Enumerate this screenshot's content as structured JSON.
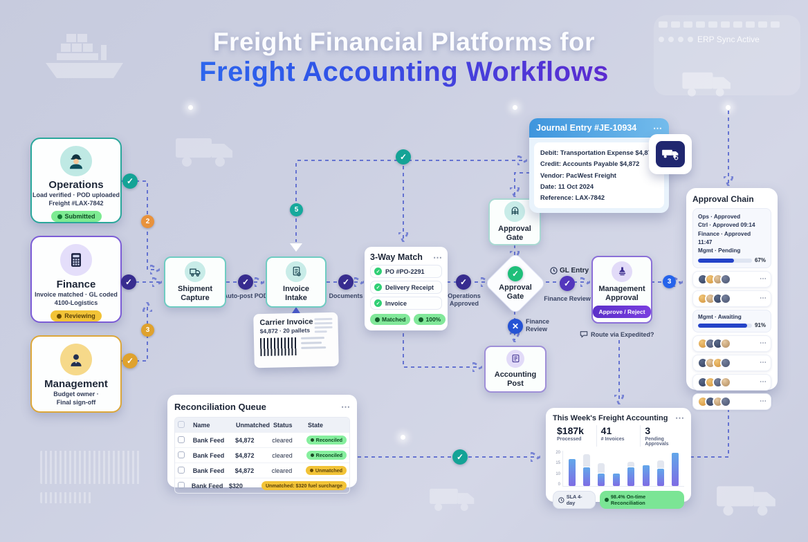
{
  "icons": {
    "check": "✓",
    "x": "✕",
    "menu": "⋯"
  },
  "title": {
    "line1": "Freight Financial Platforms for",
    "line2": "Freight Accounting Workflows"
  },
  "header": {
    "erp_sync": "ERP Sync Active"
  },
  "roles": {
    "operations": {
      "title": "Operations",
      "line1": "Load verified · POD uploaded",
      "line2": "Freight #LAX-7842",
      "badge": "Submitted"
    },
    "finance": {
      "title": "Finance",
      "line1": "Invoice matched · GL coded",
      "line2": "4100-Logistics",
      "badge": "Reviewing"
    },
    "management": {
      "title": "Management",
      "line1": "Budget owner ·",
      "line2": "Final sign-off"
    }
  },
  "flow": {
    "shipment_capture": "Shipment Capture",
    "invoice_intake": "Invoice Intake",
    "auto_post_pod": "Auto-post POD",
    "documents": "Documents",
    "operations_approved": "Operations Approved",
    "approval_gate": "Approval Gate",
    "approval_gate_top": "Approval Gate",
    "gl_entry": "GL Entry",
    "finance_review": "Finance Review",
    "finance_review_reject": "Finance Review",
    "management_approval": "Management Approval",
    "approve_reject": "Approve / Reject",
    "route_expedited": "Route via Expedited?",
    "accounting_post": "Accounting Post",
    "steps": {
      "s2": "2",
      "s3_left": "3",
      "s5": "5",
      "s3_right": "3"
    }
  },
  "three_way_match": {
    "title": "3-Way Match",
    "items": [
      "PO #PO-2291",
      "Delivery Receipt",
      "Invoice"
    ],
    "matched_badge": "Matched",
    "match_pct": "100%"
  },
  "journal_entry": {
    "title": "Journal Entry #JE-10934",
    "lines": [
      "Debit: Transportation Expense $4,872",
      "Credit: Accounts Payable $4,872",
      "Vendor: PacWest Freight",
      "Date: 11 Oct 2024",
      "Reference: LAX-7842"
    ]
  },
  "approval_chain": {
    "title": "Approval Chain",
    "status_lines": [
      "Ops · Approved",
      "Ctrl · Approved 09:14",
      "Finance · Approved 11:47",
      "Mgmt · Pending"
    ],
    "progress_label": "67%",
    "progress_value": 67,
    "await_label": "Mgmt · Awaiting",
    "await_progress_label": "91%",
    "await_progress_value": 91
  },
  "carrier_invoice": {
    "title": "Carrier Invoice",
    "subtitle": "$4,872 · 20 pallets"
  },
  "reconciliation": {
    "title": "Reconciliation Queue",
    "columns": [
      "Name",
      "Unmatched",
      "Status",
      "State"
    ],
    "rows": [
      {
        "name": "Bank Feed",
        "amount": "$4,872",
        "status": "cleared",
        "state": "Reconciled"
      },
      {
        "name": "Bank Feed",
        "amount": "$4,872",
        "status": "cleared",
        "state": "Reconciled"
      },
      {
        "name": "Bank Feed",
        "amount": "$4,872",
        "status": "cleared",
        "state": "Unmatched"
      },
      {
        "name": "Bank Feed",
        "amount": "$320",
        "status": "",
        "state": "Unmatched: $320 fuel surcharge"
      }
    ]
  },
  "weekly": {
    "title": "This Week's Freight Accounting",
    "stats": [
      {
        "value": "$187k",
        "label": "Processed"
      },
      {
        "value": "41",
        "label": "# Invoices"
      },
      {
        "value": "3",
        "label": "Pending Approvals"
      }
    ],
    "chart": {
      "type": "bar",
      "values": [
        17,
        12,
        8,
        8,
        12,
        13,
        11,
        21
      ],
      "light_tops": [
        0,
        8,
        6,
        0,
        3,
        0,
        5,
        0
      ],
      "yticks": [
        "20",
        "15",
        "10",
        "0"
      ],
      "ymax": 22
    },
    "sla_badge": "SLA 4-day",
    "ontime_badge": "98.4% On-time Reconciliation"
  }
}
